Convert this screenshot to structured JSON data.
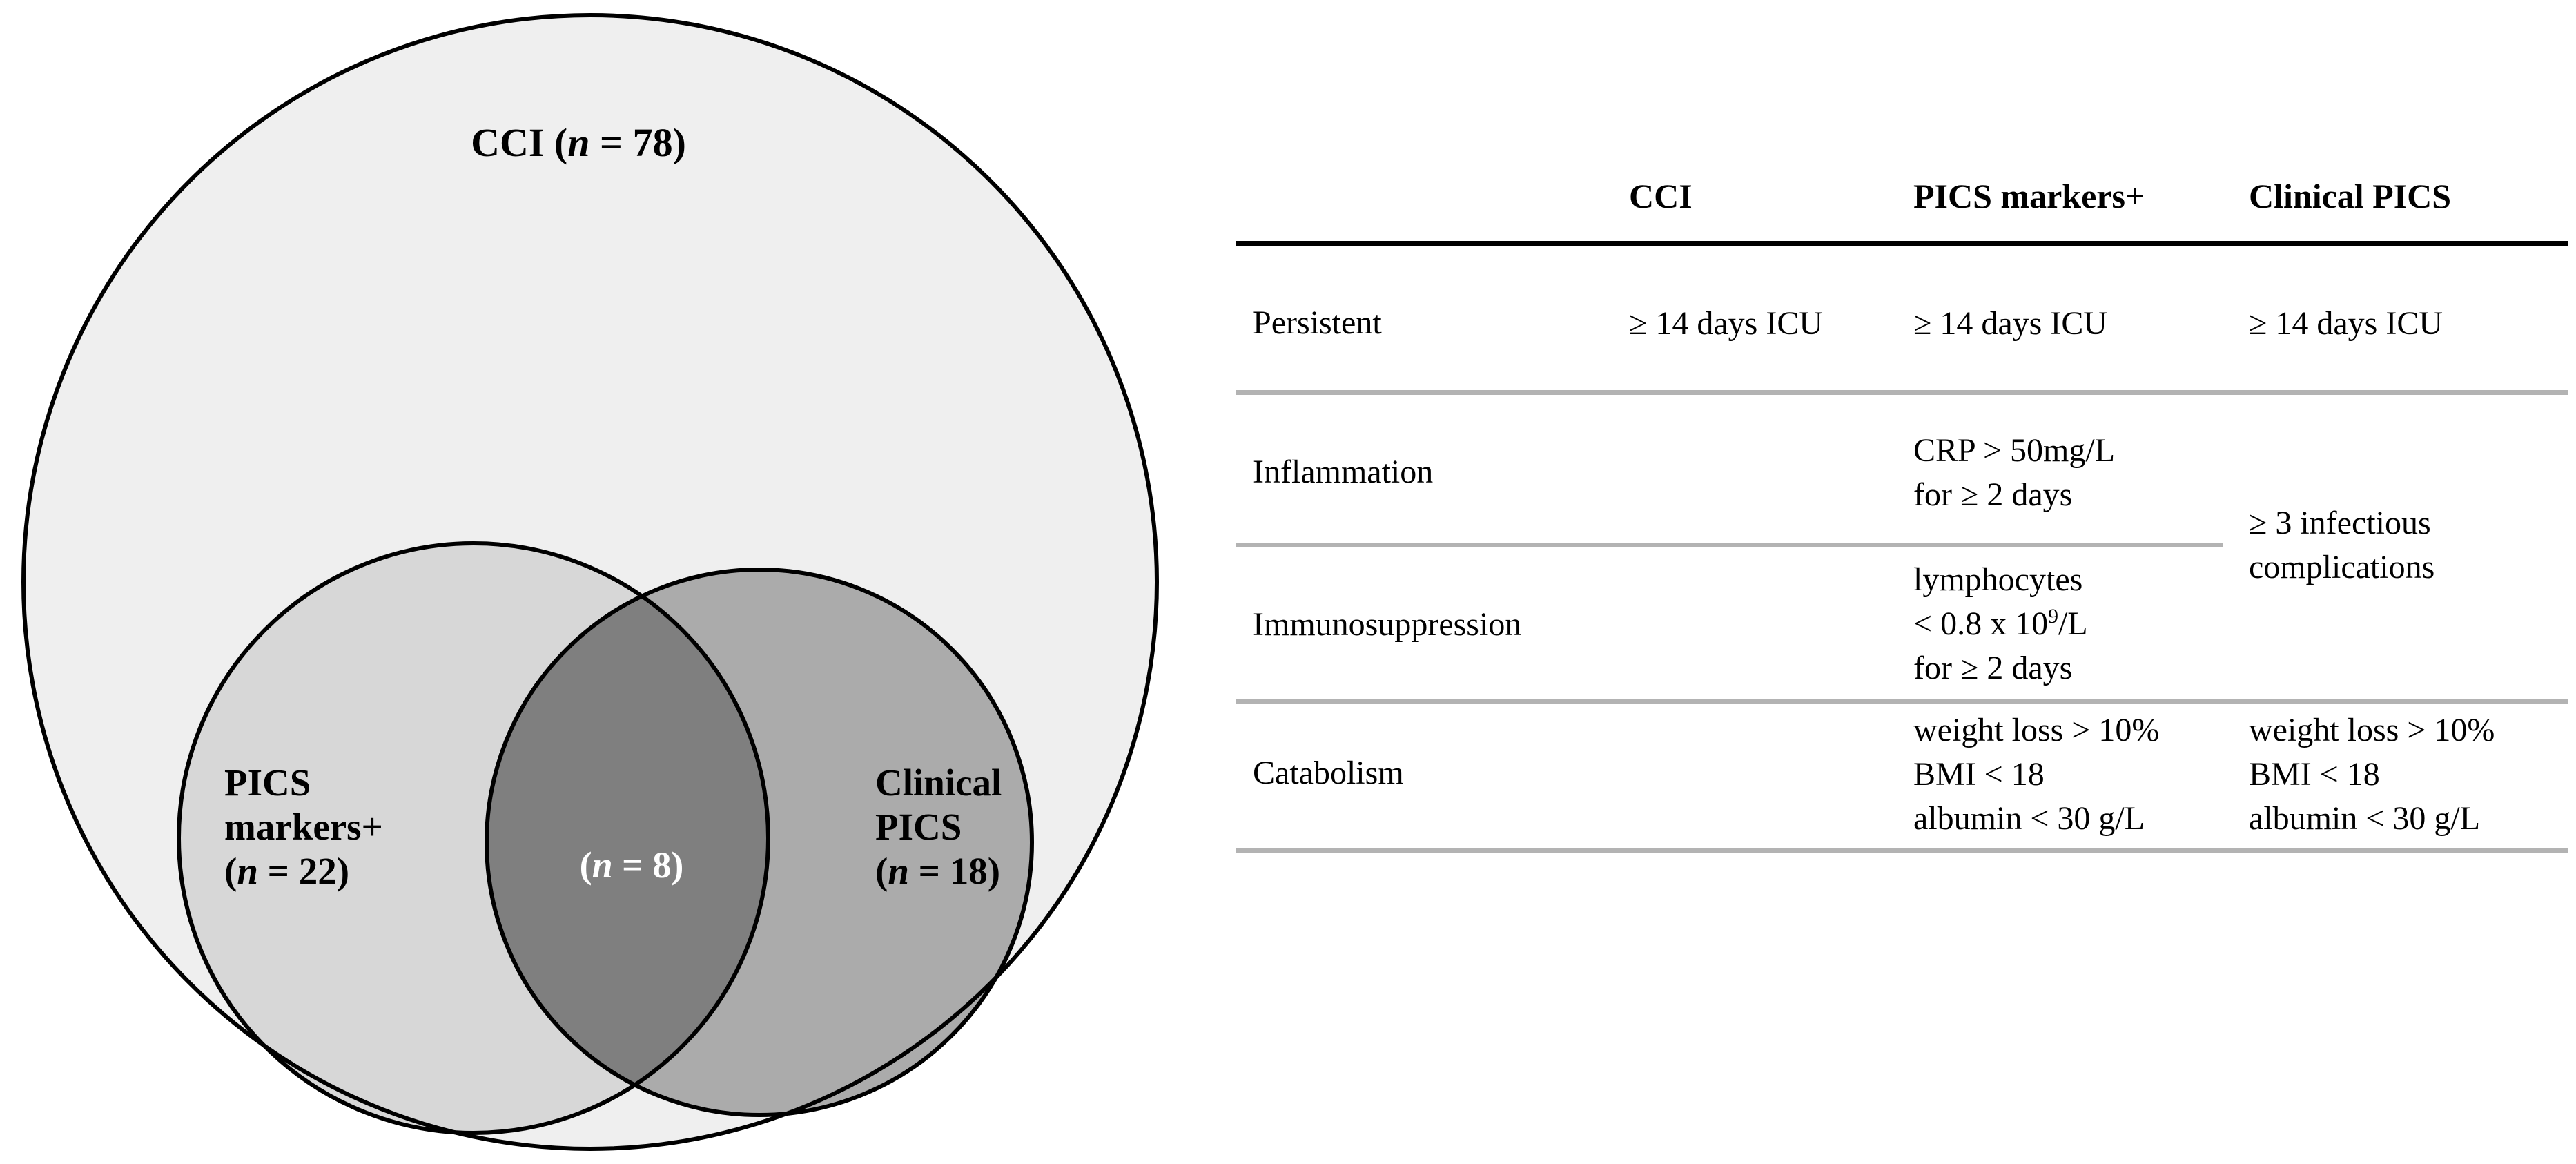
{
  "venn": {
    "colors": {
      "outer_fill": "#efefef",
      "left_fill": "#d7d7d7",
      "right_fill": "#ababab",
      "overlap_fill": "#7f7f7f",
      "stroke": "#000000"
    },
    "outer_label": {
      "prefix": "CCI (",
      "n": "n",
      "suffix": " = 78)"
    },
    "left_label": {
      "line1": "PICS",
      "line2": "markers+",
      "count_prefix": "(",
      "n": "n",
      "count_suffix": " = 22)"
    },
    "right_label": {
      "line1": "Clinical",
      "line2": "PICS",
      "count_prefix": "(",
      "n": "n",
      "count_suffix": " = 18)"
    },
    "overlap_label": {
      "prefix": "(",
      "n": "n",
      "suffix": " = 8)"
    }
  },
  "table": {
    "headers": {
      "cci": "CCI",
      "pics_markers": "PICS markers+",
      "clinical_pics": "Clinical PICS"
    },
    "persistent": {
      "label": "Persistent",
      "cci": "≥ 14 days ICU",
      "pics": "≥ 14 days ICU",
      "clinical": "≥ 14 days ICU"
    },
    "inflammation": {
      "label": "Inflammation",
      "pics_line1": "CRP > 50mg/L",
      "pics_line2": "for ≥ 2 days"
    },
    "immunosuppression": {
      "label": "Immunosuppression",
      "pics_line1": "lymphocytes",
      "pics_line2_base": "< 0.8 x 10",
      "pics_line2_sup": "9",
      "pics_line2_rest": "/L",
      "pics_line3": "for ≥ 2 days"
    },
    "catabolism": {
      "label": "Catabolism",
      "line1": "weight loss > 10%",
      "line2": "BMI < 18",
      "line3": "albumin < 30 g/L"
    },
    "clinical_merged": {
      "line1": "≥ 3 infectious",
      "line2": "complications"
    }
  },
  "chart_data": {
    "type": "venn",
    "sets": [
      {
        "label": "CCI",
        "n": 78
      },
      {
        "label": "PICS markers+",
        "n": 22
      },
      {
        "label": "Clinical PICS",
        "n": 18
      },
      {
        "label": "PICS markers+ AND Clinical PICS (overlap)",
        "n": 8
      }
    ],
    "notes": "PICS markers+ and Clinical PICS are subsets of CCI; overlap of the two subsets is 8"
  }
}
